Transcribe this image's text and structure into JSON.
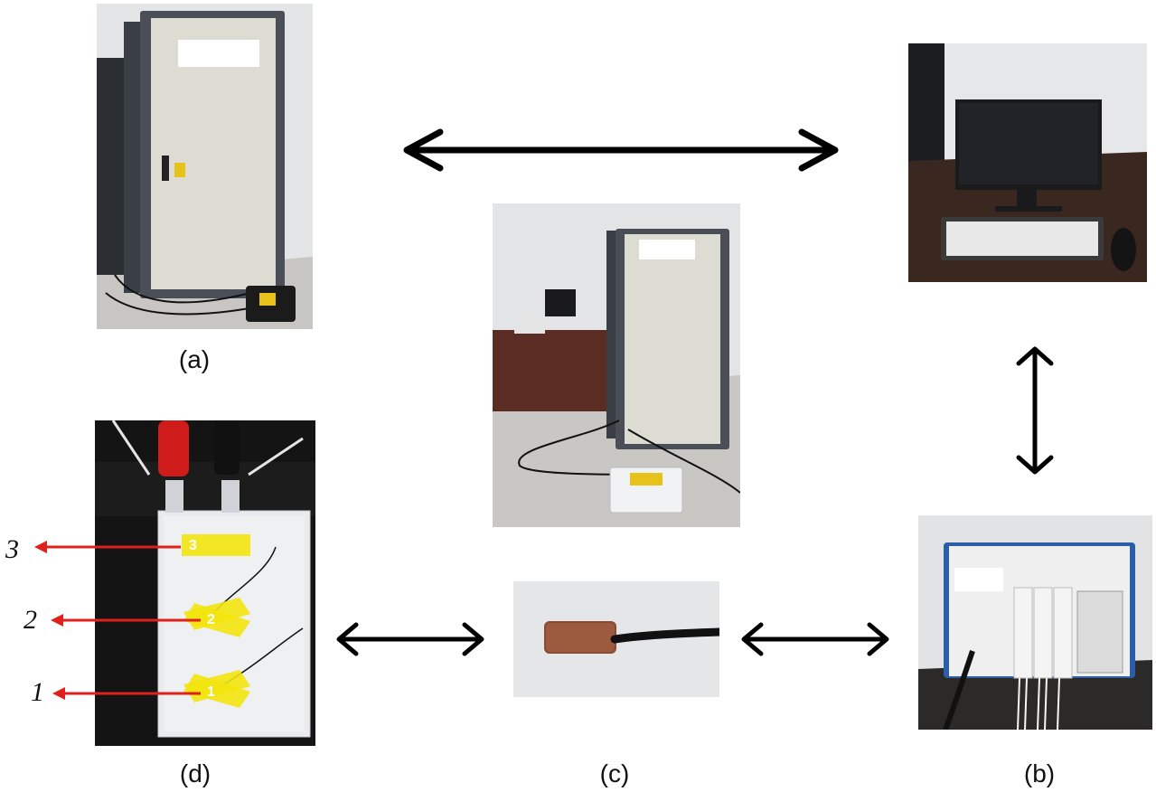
{
  "captions": {
    "a": "(a)",
    "b": "(b)",
    "c": "(c)",
    "d": "(d)"
  },
  "markers": {
    "m1": "1",
    "m2": "2",
    "m3": "3"
  },
  "tape_labels": {
    "t1": "1",
    "t2": "2",
    "t3": "3"
  },
  "colors": {
    "arrow": "#000000",
    "marker_arrow": "#e0201b",
    "tape": "#f2e40e",
    "cabinet": "#dcdcd2",
    "cabinet_frame": "#4a4f57"
  }
}
